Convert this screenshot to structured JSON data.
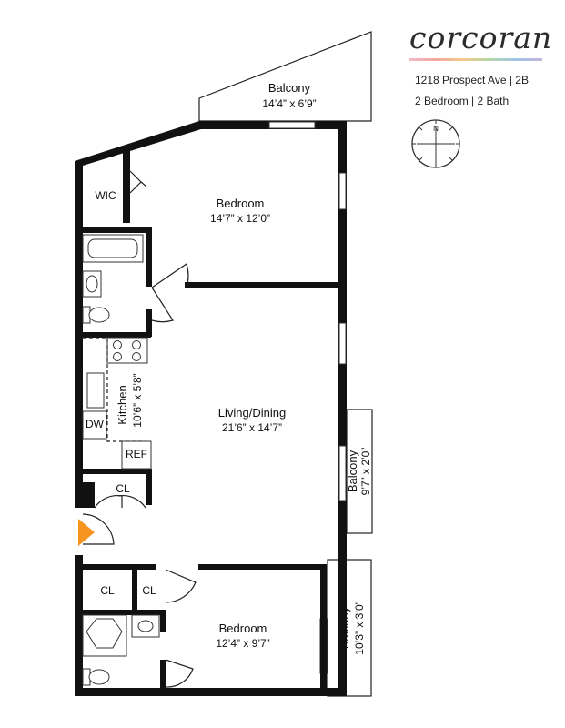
{
  "brand": {
    "name": "corcoran"
  },
  "listing": {
    "address": "1218 Prospect Ave | 2B",
    "layout": "2 Bedroom | 2 Bath"
  },
  "compass": {
    "north_label": "N"
  },
  "rooms": {
    "balcony_top": {
      "name": "Balcony",
      "size": "14’4” x 6’9”"
    },
    "bedroom_1": {
      "name": "Bedroom",
      "size": "14’7” x 12’0”"
    },
    "wic": {
      "name": "WIC"
    },
    "kitchen": {
      "name": "Kitchen",
      "size": "10’6” x 5’8”"
    },
    "dw": {
      "name": "DW"
    },
    "ref": {
      "name": "REF"
    },
    "living": {
      "name": "Living/Dining",
      "size": "21’6” x 14’7”"
    },
    "cl_entry": {
      "name": "CL"
    },
    "balcony_mid": {
      "name": "Balcony",
      "size": "9’7” x 2’0”"
    },
    "cl_left": {
      "name": "CL"
    },
    "cl_right": {
      "name": "CL"
    },
    "bedroom_2": {
      "name": "Bedroom",
      "size": "12’4” x 9’7”"
    },
    "balcony_bottom": {
      "name": "Balcony",
      "size": "10’3” x 3’0”"
    }
  },
  "colors": {
    "walls": "#111111",
    "entry_arrow": "#f5941e"
  }
}
